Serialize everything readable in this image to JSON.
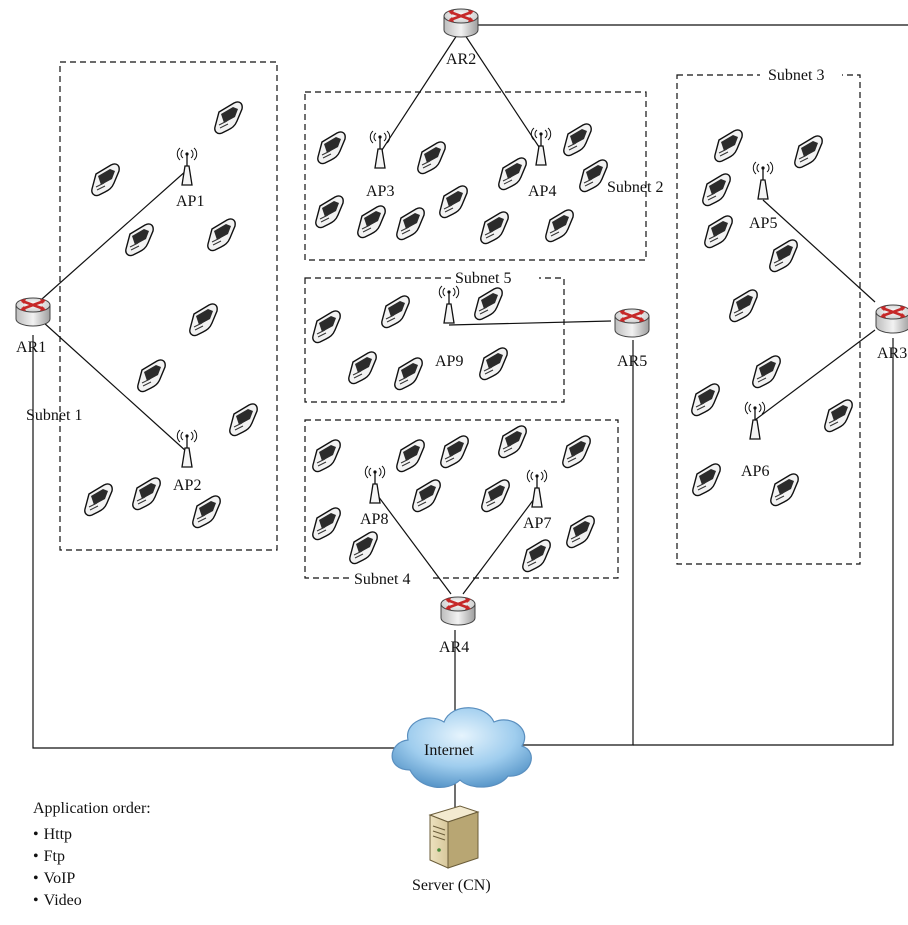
{
  "subnets": [
    "Subnet 1",
    "Subnet 2",
    "Subnet 3",
    "Subnet 4",
    "Subnet 5"
  ],
  "routers": [
    "AR1",
    "AR2",
    "AR3",
    "AR4",
    "AR5"
  ],
  "access_points": [
    "AP1",
    "AP2",
    "AP3",
    "AP4",
    "AP5",
    "AP6",
    "AP7",
    "AP8",
    "AP9"
  ],
  "internet_label": "Internet",
  "server_label": "Server (CN)",
  "legend": {
    "title": "Application order:",
    "items": [
      "Http",
      "Ftp",
      "VoIP",
      "Video"
    ]
  },
  "icons": {
    "router": "router-icon",
    "access_point": "wireless-access-point-icon",
    "mobile": "mobile-phone-icon",
    "cloud": "internet-cloud-icon",
    "server": "server-tower-icon"
  },
  "colors": {
    "router_arrow": "#cc2a2a",
    "cloud": "#8fc3e8",
    "line": "#111111"
  }
}
